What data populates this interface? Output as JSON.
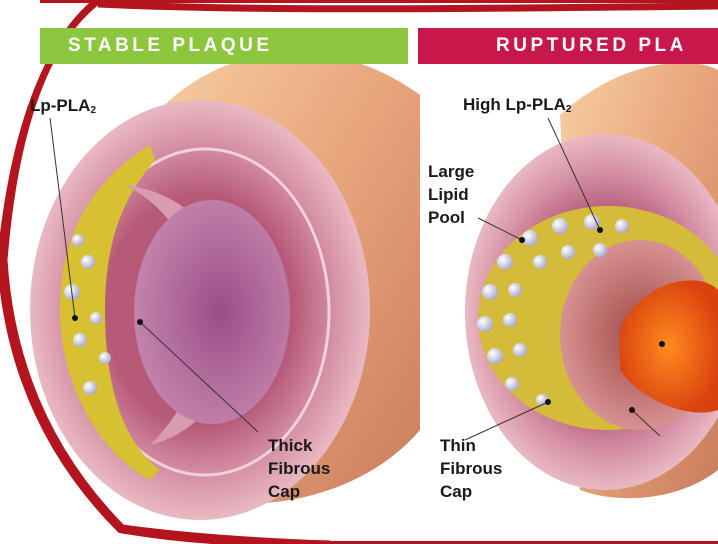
{
  "panels": {
    "stable": {
      "header": "STABLE PLAQUE"
    },
    "ruptured": {
      "header": "RUPTURED PLA"
    }
  },
  "labels": {
    "left_lp": {
      "text": "Lp-PLA",
      "sub": "2"
    },
    "high_lp": {
      "text": "High Lp-PLA",
      "sub": "2"
    },
    "large_lipid_pool": [
      "Large",
      "Lipid",
      "Pool"
    ],
    "thick_cap": [
      "Thick",
      "Fibrous",
      "Cap"
    ],
    "thin_cap": [
      "Thin",
      "Fibrous",
      "Cap"
    ]
  },
  "colors": {
    "frame": "#b4141e",
    "stable_header": "#8cc63f",
    "ruptured_header": "#c8184b"
  }
}
